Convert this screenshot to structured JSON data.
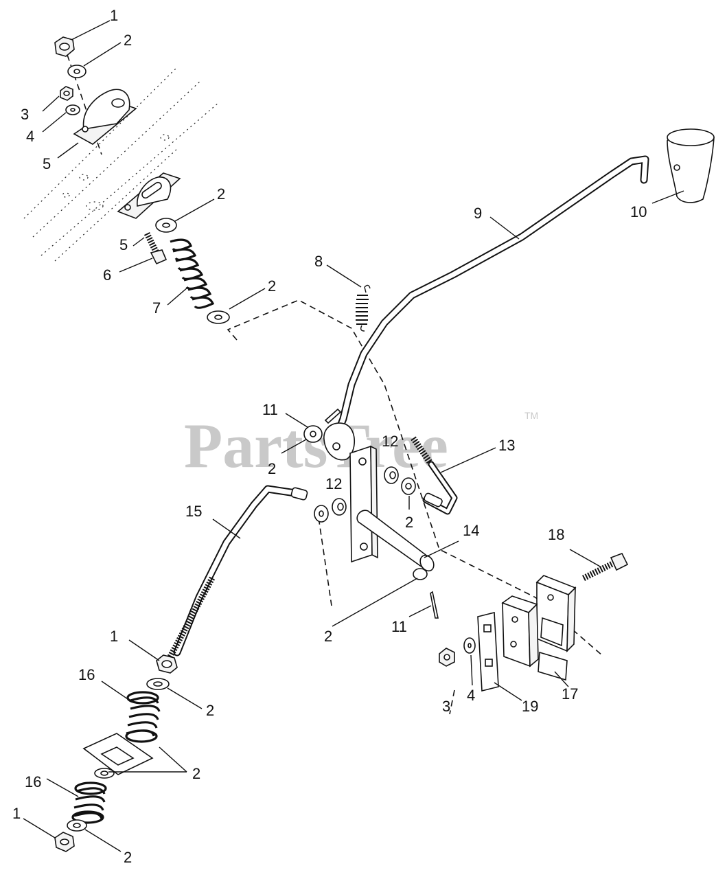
{
  "watermark": {
    "text": "PartsTree",
    "trademark": "TM"
  },
  "callouts": [
    {
      "id": "c1a",
      "text": "1"
    },
    {
      "id": "c2a",
      "text": "2"
    },
    {
      "id": "c3a",
      "text": "3"
    },
    {
      "id": "c4a",
      "text": "4"
    },
    {
      "id": "c5a",
      "text": "5"
    },
    {
      "id": "c2b",
      "text": "2"
    },
    {
      "id": "c5b",
      "text": "5"
    },
    {
      "id": "c6",
      "text": "6"
    },
    {
      "id": "c7",
      "text": "7"
    },
    {
      "id": "c2c",
      "text": "2"
    },
    {
      "id": "c8",
      "text": "8"
    },
    {
      "id": "c9",
      "text": "9"
    },
    {
      "id": "c10",
      "text": "10"
    },
    {
      "id": "c11a",
      "text": "11"
    },
    {
      "id": "c2d",
      "text": "2"
    },
    {
      "id": "c12a",
      "text": "12"
    },
    {
      "id": "c13",
      "text": "13"
    },
    {
      "id": "c12b",
      "text": "12"
    },
    {
      "id": "c2e",
      "text": "2"
    },
    {
      "id": "c15",
      "text": "15"
    },
    {
      "id": "c14",
      "text": "14"
    },
    {
      "id": "c18",
      "text": "18"
    },
    {
      "id": "c11b",
      "text": "11"
    },
    {
      "id": "c2f",
      "text": "2"
    },
    {
      "id": "c1b",
      "text": "1"
    },
    {
      "id": "c16a",
      "text": "16"
    },
    {
      "id": "c2g",
      "text": "2"
    },
    {
      "id": "c3b",
      "text": "3"
    },
    {
      "id": "c4b",
      "text": "4"
    },
    {
      "id": "c19",
      "text": "19"
    },
    {
      "id": "c17",
      "text": "17"
    },
    {
      "id": "c2h",
      "text": "2"
    },
    {
      "id": "c16b",
      "text": "16"
    },
    {
      "id": "c1c",
      "text": "1"
    },
    {
      "id": "c2i",
      "text": "2"
    }
  ]
}
